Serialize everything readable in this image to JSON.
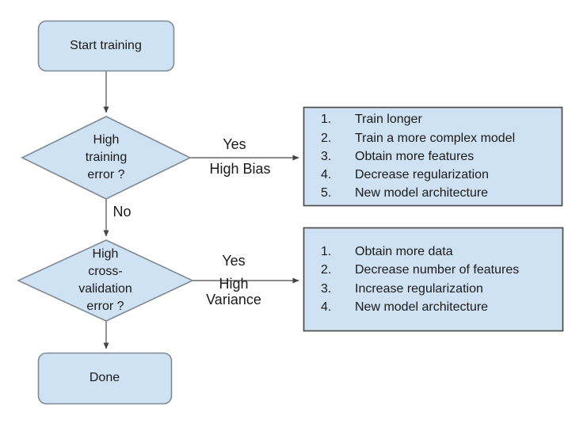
{
  "colors": {
    "node_fill": "#cfe2f3",
    "node_stroke": "#7f8a94",
    "box_stroke": "#4d4d4d",
    "arrow_stroke": "#666666",
    "arrowhead_fill": "#444444",
    "text": "#1a1a1a",
    "background": "#ffffff"
  },
  "nodes": {
    "start": {
      "label": "Start training"
    },
    "decision_training": {
      "label": "High\ntraining\nerror ?"
    },
    "decision_cv": {
      "label": "High\ncross-\nvalidation\nerror ?"
    },
    "done": {
      "label": "Done"
    }
  },
  "edges": {
    "training_yes": {
      "top_label": "Yes",
      "bottom_label": "High Bias"
    },
    "training_no": {
      "label": "No"
    },
    "cv_yes": {
      "top_label": "Yes",
      "bottom_label": "High Variance"
    }
  },
  "boxes": {
    "high_bias": {
      "items": [
        {
          "num": "1.",
          "text": "Train longer"
        },
        {
          "num": "2.",
          "text": "Train a more complex model"
        },
        {
          "num": "3.",
          "text": "Obtain more features"
        },
        {
          "num": "4.",
          "text": "Decrease regularization"
        },
        {
          "num": "5.",
          "text": "New model architecture"
        }
      ]
    },
    "high_variance": {
      "items": [
        {
          "num": "1.",
          "text": "Obtain more data"
        },
        {
          "num": "2.",
          "text": "Decrease number of features"
        },
        {
          "num": "3.",
          "text": "Increase regularization"
        },
        {
          "num": "4.",
          "text": "New model architecture"
        }
      ]
    }
  }
}
